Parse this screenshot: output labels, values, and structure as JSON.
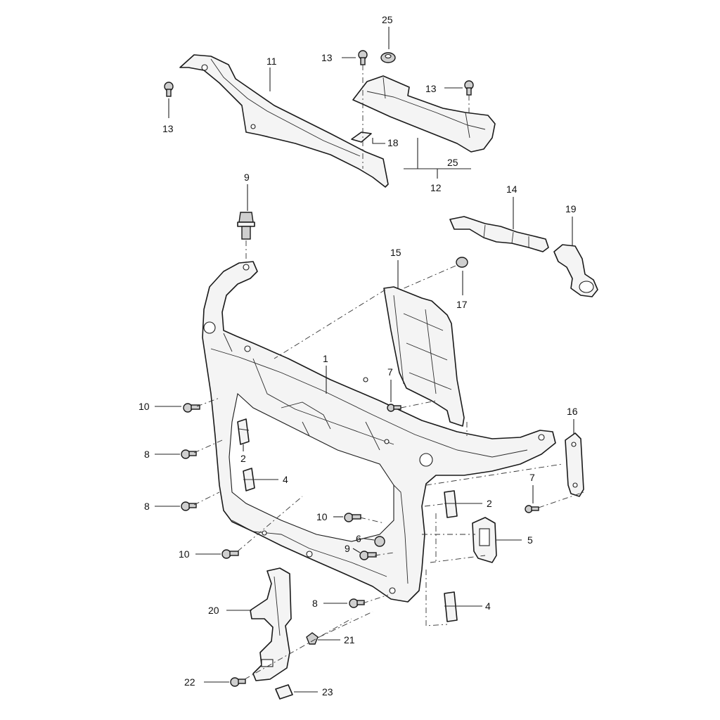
{
  "diagram": {
    "callouts": {
      "c1": "1",
      "c2a": "2",
      "c2b": "2",
      "c4a": "4",
      "c4b": "4",
      "c5": "5",
      "c6": "6",
      "c7a": "7",
      "c7b": "7",
      "c8a": "8",
      "c8b": "8",
      "c8c": "8",
      "c9a": "9",
      "c9b": "9",
      "c10a": "10",
      "c10b": "10",
      "c10c": "10",
      "c11": "11",
      "c12": "12",
      "c13a": "13",
      "c13b": "13",
      "c13c": "13",
      "c14": "14",
      "c15": "15",
      "c16": "16",
      "c17": "17",
      "c18": "18",
      "c19": "19",
      "c20": "20",
      "c21": "21",
      "c22": "22",
      "c23": "23",
      "c25a": "25",
      "c25b": "25"
    },
    "colors": {
      "line": "#1a1a1a",
      "fill": "#f4f4f4",
      "background": "#ffffff"
    }
  }
}
